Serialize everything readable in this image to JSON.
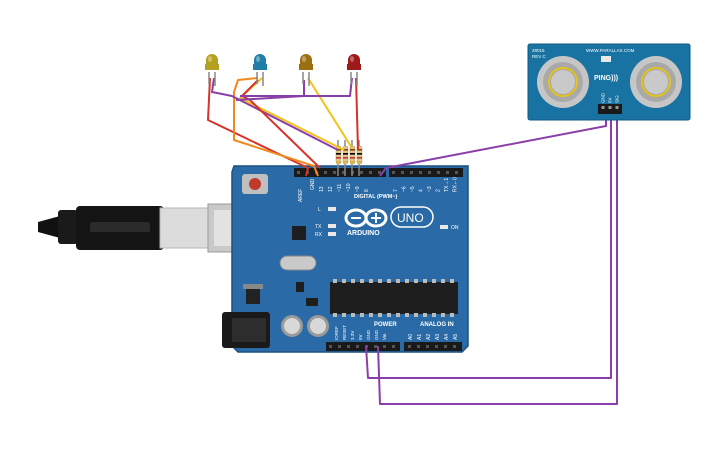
{
  "board": {
    "logo_text": "ARDUINO",
    "model_text": "UNO",
    "digital_header": "DIGITAL (PWM~)",
    "power_label": "POWER",
    "analog_label": "ANALOG IN",
    "on_label": "ON",
    "l_label": "L",
    "tx_label": "TX",
    "rx_label": "RX",
    "aref_label": "AREF",
    "gnd_label": "GND",
    "digital_pins": [
      "13",
      "12",
      "~11",
      "~10",
      "~9",
      "8",
      "7",
      "~6",
      "~5",
      "4",
      "~3",
      "2",
      "TX→1",
      "RX←0"
    ],
    "power_pins": [
      "IOREF",
      "RESET",
      "3.3V",
      "5V",
      "GND",
      "GND",
      "Vin"
    ],
    "analog_pins": [
      "A0",
      "A1",
      "A2",
      "A3",
      "A4",
      "A5"
    ]
  },
  "sensor": {
    "part_number": "28015",
    "revision": "REV C",
    "brand_url": "WWW.PARALLAX.COM",
    "name": "PING)))",
    "pins": [
      "GND",
      "5V",
      "SIG"
    ]
  },
  "leds": [
    {
      "color": "#b5a020"
    },
    {
      "color": "#1f7fa8"
    },
    {
      "color": "#9c6f12"
    },
    {
      "color": "#9c1a1a"
    }
  ],
  "wires": {
    "red": "#d6332a",
    "orange": "#f08a1c",
    "yellow": "#f2c21b",
    "purple": "#8a3fa8"
  },
  "colors": {
    "board": "#2a6aa6",
    "board_dark": "#1f5a92",
    "sensor_board": "#1873a3"
  }
}
